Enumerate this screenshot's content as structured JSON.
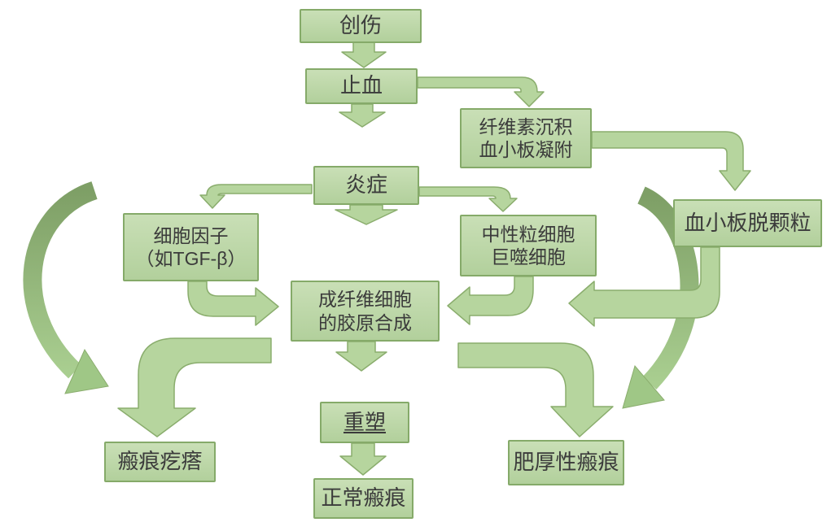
{
  "diagram": {
    "topic": "wound-healing-scar-formation-flowchart",
    "nodes": {
      "trauma": {
        "label": "创伤"
      },
      "hemostasis": {
        "label": "止血"
      },
      "fibrin_deposition": {
        "label": "纤维素沉积\n血小板凝附"
      },
      "inflammation": {
        "label": "炎症"
      },
      "cytokines": {
        "label": "细胞因子\n（如TGF-β）"
      },
      "immune_cells": {
        "label": "中性粒细胞\n巨噬细胞"
      },
      "platelet_degranulation": {
        "label": "血小板脱颗粒"
      },
      "collagen_synthesis": {
        "label": "成纤维细胞\n的胶原合成"
      },
      "remodeling": {
        "label": "重塑",
        "underlined": true
      },
      "normal_scar": {
        "label": "正常瘢痕"
      },
      "keloid": {
        "label": "瘢痕疙瘩"
      },
      "hypertrophic_scar": {
        "label": "肥厚性瘢痕"
      }
    },
    "edges": [
      {
        "from": "trauma",
        "to": "hemostasis",
        "shape": "block-arrow-down"
      },
      {
        "from": "hemostasis",
        "to": "inflammation",
        "shape": "block-arrow-down"
      },
      {
        "from": "hemostasis",
        "to": "fibrin_deposition",
        "shape": "elbow-right-then-down"
      },
      {
        "from": "fibrin_deposition",
        "to": "platelet_degranulation",
        "shape": "elbow-right-then-down"
      },
      {
        "from": "inflammation",
        "to": "cytokines",
        "shape": "elbow-left-then-down"
      },
      {
        "from": "inflammation",
        "to": "immune_cells",
        "shape": "elbow-right-then-down"
      },
      {
        "from": "inflammation",
        "to": "collagen_synthesis",
        "shape": "block-arrow-down"
      },
      {
        "from": "cytokines",
        "to": "collagen_synthesis",
        "shape": "elbow-down-then-right"
      },
      {
        "from": "immune_cells",
        "to": "collagen_synthesis",
        "shape": "elbow-down-then-left"
      },
      {
        "from": "platelet_degranulation",
        "to": "collagen_synthesis",
        "shape": "elbow-down-then-left"
      },
      {
        "from": "collagen_synthesis",
        "to": "remodeling",
        "shape": "block-arrow-down"
      },
      {
        "from": "collagen_synthesis",
        "to": "keloid",
        "shape": "bent-left-then-down"
      },
      {
        "from": "collagen_synthesis",
        "to": "hypertrophic_scar",
        "shape": "bent-right-then-down"
      },
      {
        "from": "remodeling",
        "to": "normal_scar",
        "shape": "block-arrow-down"
      },
      {
        "to": "keloid",
        "shape": "long-curved-arrow-left-side"
      },
      {
        "to": "hypertrophic_scar",
        "shape": "long-curved-arrow-right-side"
      }
    ],
    "colors": {
      "background": "#ffffff",
      "box_fill_top": "#c9dfb6",
      "box_fill_bottom": "#b2d09c",
      "box_border": "#85aa69",
      "arrow_fill": "#b6d59e",
      "arrow_border": "#8aad6d",
      "curve_dark": "#7e9f66",
      "curve_light": "#a9ce90",
      "text": "#3b3b3b"
    }
  }
}
